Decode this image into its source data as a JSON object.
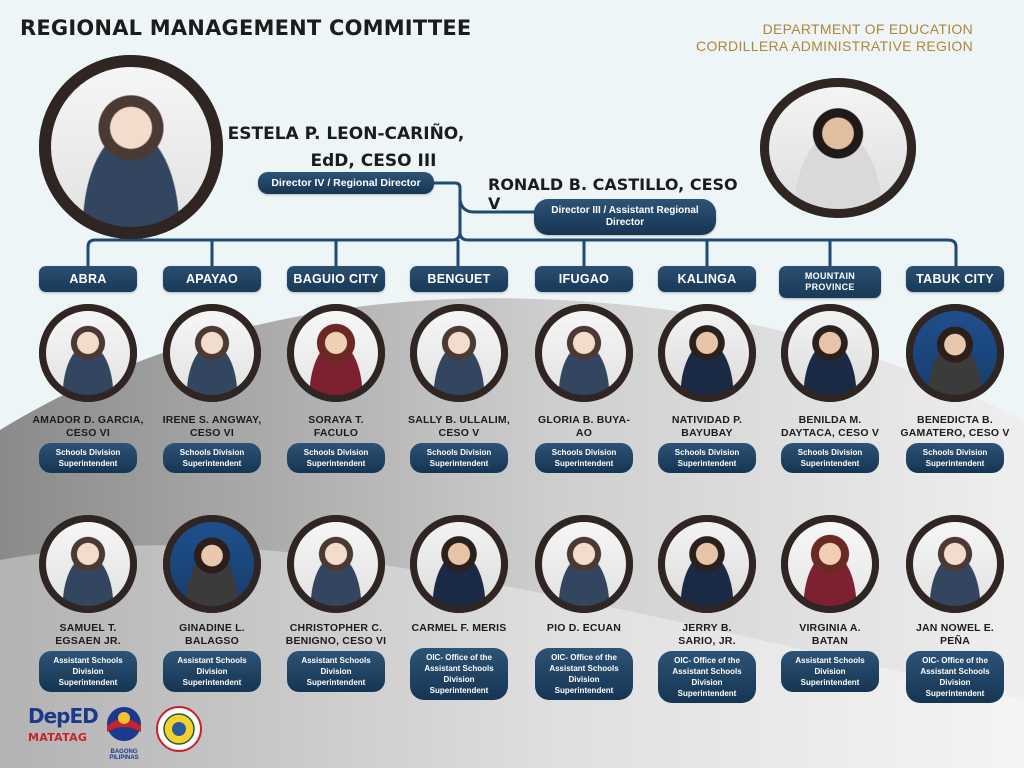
{
  "header": {
    "title": "REGIONAL MANAGEMENT COMMITTEE",
    "dept_line1": "DEPARTMENT OF EDUCATION",
    "dept_line2": "CORDILLERA ADMINISTRATIVE REGION"
  },
  "director": {
    "name_line1": "ESTELA P. LEON-CARIÑO,",
    "name_line2": "EdD, CESO III",
    "title": "Director IV / Regional Director"
  },
  "assistant_director": {
    "name": "RONALD B. CASTILLO, CESO V",
    "title": "Director III / Assistant Regional Director"
  },
  "provinces": [
    {
      "label": "ABRA"
    },
    {
      "label": "APAYAO"
    },
    {
      "label": "BAGUIO CITY"
    },
    {
      "label": "BENGUET"
    },
    {
      "label": "IFUGAO"
    },
    {
      "label": "KALINGA"
    },
    {
      "label": "MOUNTAIN PROVINCE"
    },
    {
      "label": "TABUK CITY"
    }
  ],
  "superintendents": [
    {
      "name": "AMADOR D. GARCIA, CESO VI",
      "title": "Schools Division Superintendent"
    },
    {
      "name": "IRENE S. ANGWAY, CESO VI",
      "title": "Schools Division Superintendent"
    },
    {
      "name": "SORAYA T. FACULO",
      "title": "Schools Division Superintendent"
    },
    {
      "name": "SALLY B. ULLALIM, CESO V",
      "title": "Schools Division Superintendent"
    },
    {
      "name": "GLORIA B. BUYA-AO",
      "title": "Schools Division Superintendent"
    },
    {
      "name": "NATIVIDAD P. BAYUBAY",
      "title": "Schools Division Superintendent"
    },
    {
      "name": "BENILDA M. DAYTACA, CESO V",
      "title": "Schools Division Superintendent"
    },
    {
      "name": "BENEDICTA B. GAMATERO, CESO V",
      "title": "Schools Division Superintendent"
    }
  ],
  "assistants": [
    {
      "name": "SAMUEL T. EGSAEN JR.",
      "title": "Assistant Schools Division Superintendent"
    },
    {
      "name": "GINADINE L. BALAGSO",
      "title": "Assistant Schools Division Superintendent"
    },
    {
      "name": "CHRISTOPHER C. BENIGNO, CESO VI",
      "title": "Assistant Schools Division Superintendent"
    },
    {
      "name": "CARMEL F. MERIS",
      "title": "OIC- Office of the Assistant Schools Division Superintendent"
    },
    {
      "name": "PIO D. ECUAN",
      "title": "OIC- Office of the Assistant Schools Division Superintendent"
    },
    {
      "name": "JERRY B. SARIO, JR.",
      "title": "OIC- Office of the Assistant Schools Division Superintendent"
    },
    {
      "name": "VIRGINIA A. BATAN",
      "title": "Assistant Schools Division Superintendent"
    },
    {
      "name": "JAN NOWEL E. PEÑA",
      "title": "OIC- Office of the Assistant Schools Division Superintendent"
    }
  ],
  "logos": {
    "deped_top": "DepED",
    "deped_bottom": "MATATAG",
    "bagong": "BAGONG PILIPINAS"
  },
  "colors": {
    "navy": "#1a3a5a",
    "gold": "#b0853c",
    "frame": "#2f2624"
  }
}
